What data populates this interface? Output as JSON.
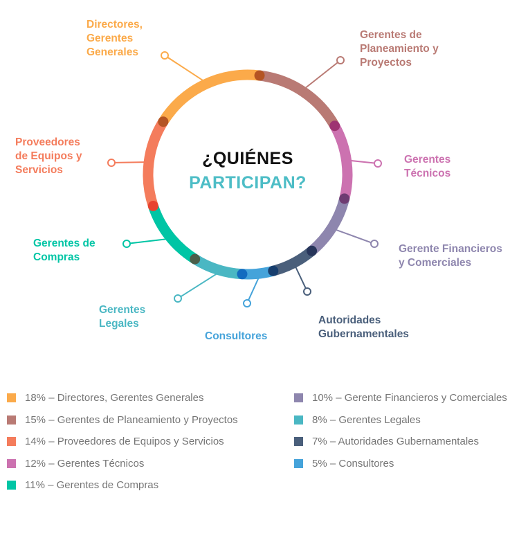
{
  "chart_data": {
    "type": "pie",
    "variant": "donut",
    "title": [
      "¿QUIÉNES",
      "PARTICIPAN?"
    ],
    "categories": [
      "Directores, Gerentes Generales",
      "Gerentes de Planeamiento y Proyectos",
      "Gerentes Técnicos",
      "Gerente Financieros y Comerciales",
      "Autoridades Gubernamentales",
      "Consultores",
      "Gerentes Legales",
      "Gerentes de Compras",
      "Proveedores de Equipos y Servicios"
    ],
    "values": [
      18,
      15,
      12,
      10,
      7,
      5,
      8,
      11,
      14
    ],
    "colors": [
      "#FBAA4A",
      "#B97A74",
      "#CC72B0",
      "#8E86AE",
      "#4A5F7B",
      "#45A3DA",
      "#4AB7C3",
      "#00C5A5",
      "#F47C5C"
    ],
    "dot_colors": [
      "#B45423",
      "#9E3472",
      "#6E3C72",
      "#27355A",
      "#173E6E",
      "#136BBF",
      "#4B5E4A",
      "#E84330",
      "#B45423"
    ],
    "callout_labels": [
      "Directores,\nGerentes\nGenerales",
      "Gerentes de\nPlaneamiento y\nProyectos",
      "Gerentes\nTécnicos",
      "Gerente Financieros\ny Comerciales",
      "Autoridades\nGubernamentales",
      "Consultores",
      "Gerentes\nLegales",
      "Gerentes de\nCompras",
      "Proveedores\nde Equipos y\nServicios"
    ],
    "legend": [
      {
        "text": "18% – Directores, Gerentes Generales",
        "color": "#FBAA4A"
      },
      {
        "text": "15% – Gerentes de Planeamiento y Proyectos",
        "color": "#B97A74"
      },
      {
        "text": "14% – Proveedores de Equipos y Servicios",
        "color": "#F47C5C"
      },
      {
        "text": "12% – Gerentes Técnicos",
        "color": "#CC72B0"
      },
      {
        "text": "11% – Gerentes de Compras",
        "color": "#00C5A5"
      },
      {
        "text": "10% – Gerente Financieros y Comerciales",
        "color": "#8E86AE"
      },
      {
        "text": "8% – Gerentes Legales",
        "color": "#4AB7C3"
      },
      {
        "text": "7% – Autoridades Gubernamentales",
        "color": "#4A5F7B"
      },
      {
        "text": "5% – Consultores",
        "color": "#45A3DA"
      }
    ]
  }
}
